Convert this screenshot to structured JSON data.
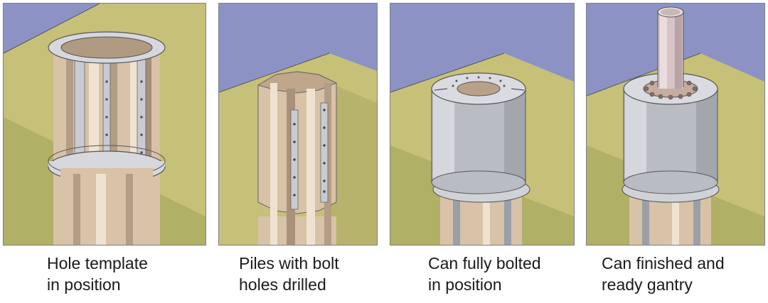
{
  "figure": {
    "panels": [
      {
        "caption": [
          "Hole template",
          "in position"
        ]
      },
      {
        "caption": [
          "Piles with bolt",
          "holes drilled"
        ]
      },
      {
        "caption": [
          "Can fully bolted",
          "in position"
        ]
      },
      {
        "caption": [
          "Can finished and",
          "ready gantry"
        ]
      }
    ],
    "colors": {
      "sky": "#8c93c4",
      "ground": "#c7c078",
      "ground_shadow": "#9fa35b",
      "pile": "#d8c2a8",
      "steel": "#c8cbd2",
      "can": "#b9bcc2"
    }
  }
}
